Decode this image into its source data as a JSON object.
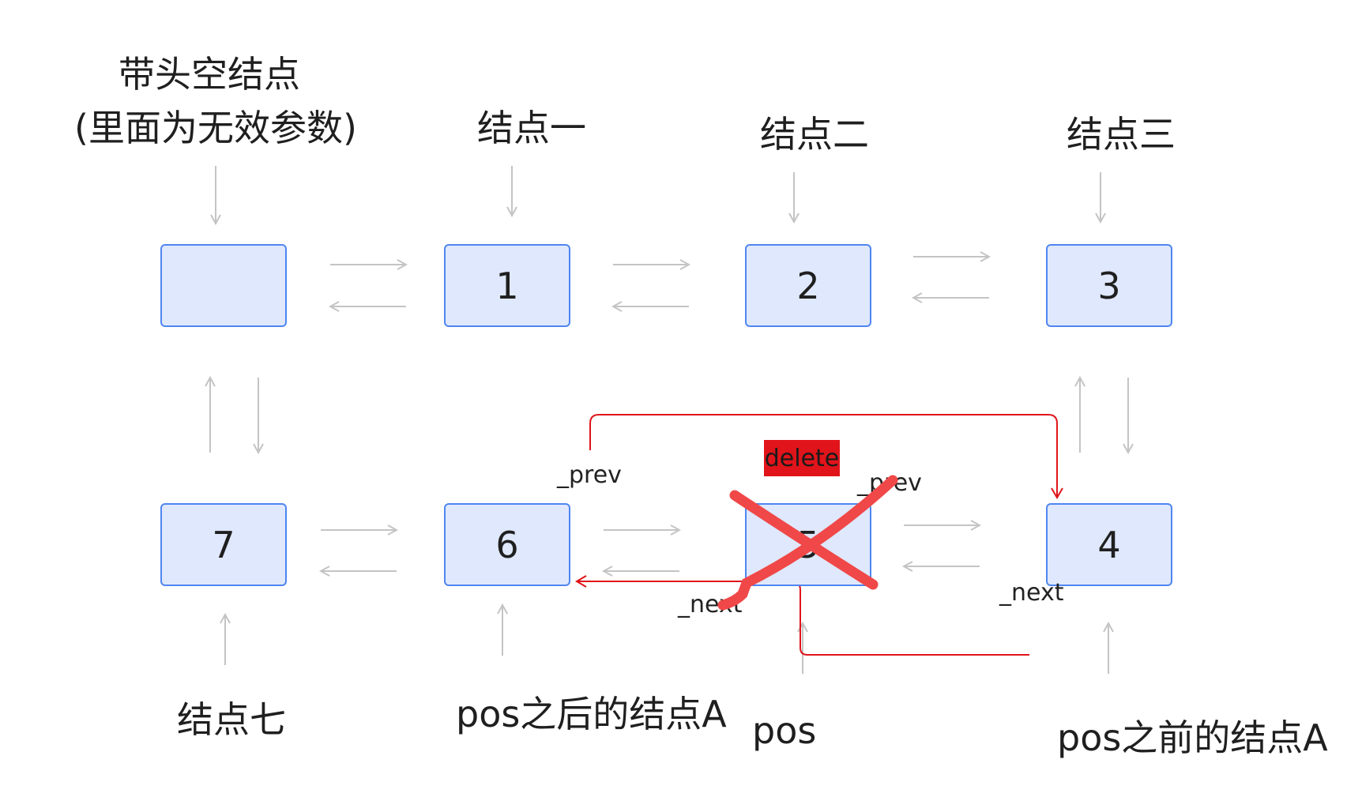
{
  "titles": {
    "head_line1": "带头空结点",
    "head_line2": "(里面为无效参数)",
    "node1": "结点一",
    "node2": "结点二",
    "node3": "结点三",
    "node7": "结点七",
    "after_pos": "pos之后的结点A",
    "pos": "pos",
    "before_pos": "pos之前的结点A"
  },
  "nodes": {
    "head": "",
    "n1": "1",
    "n2": "2",
    "n3": "3",
    "n4": "4",
    "n5": "5",
    "n6": "6",
    "n7": "7"
  },
  "pointers": {
    "prev_6": "_prev",
    "prev_5": "_prev",
    "next_5": "_next",
    "next_4": "_next"
  },
  "delete_tag": "delete",
  "colors": {
    "node_fill": "#dfe8fc",
    "node_border": "#4f86f0",
    "arrow_gray": "#c4c4c4",
    "relink_red": "#e0141a",
    "cross_red": "#f04848"
  }
}
